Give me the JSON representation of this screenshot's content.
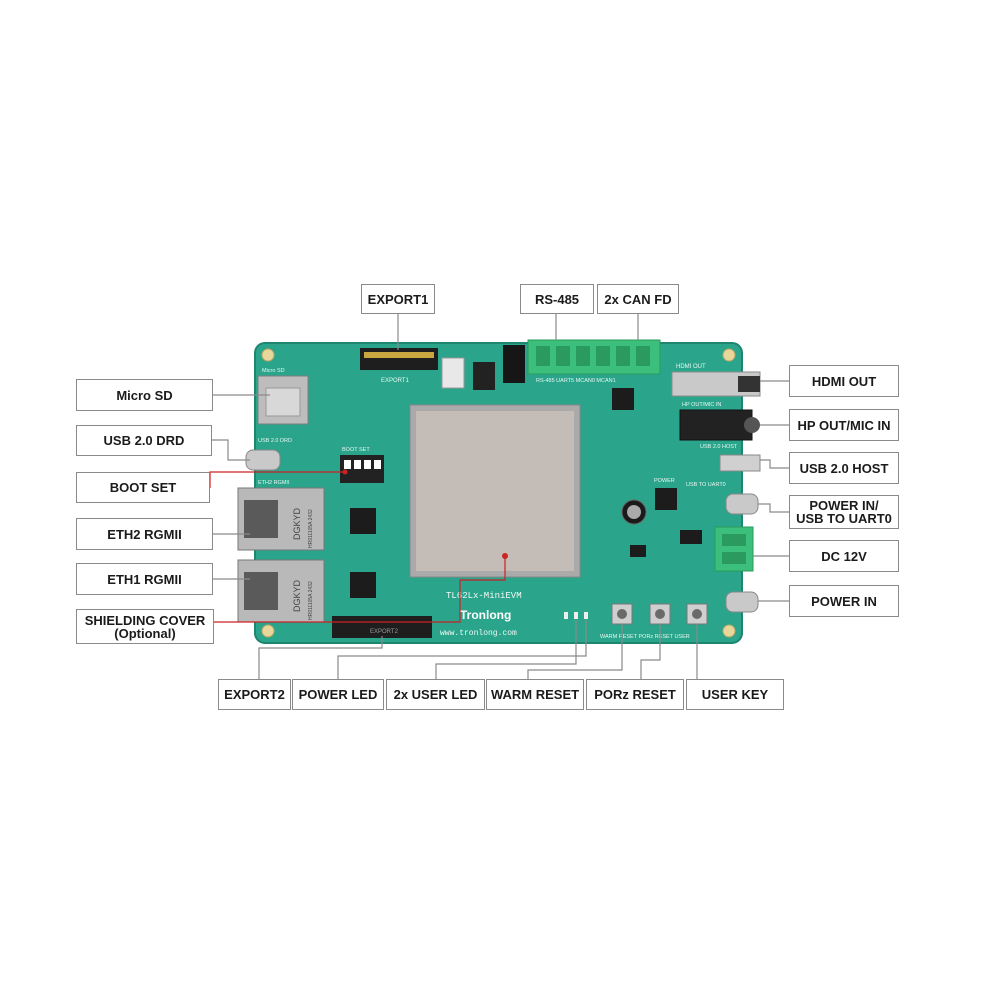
{
  "labels": {
    "export1": "EXPORT1",
    "rs485": "RS-485",
    "can_fd": "2x CAN FD",
    "micro_sd": "Micro SD",
    "usb_drd": "USB 2.0 DRD",
    "boot_set": "BOOT SET",
    "eth2": "ETH2 RGMII",
    "eth1": "ETH1 RGMII",
    "shielding_line1": "SHIELDING COVER",
    "shielding_line2": "(Optional)",
    "hdmi_out": "HDMI OUT",
    "hp_out": "HP OUT/MIC IN",
    "usb_host": "USB 2.0 HOST",
    "power_in_uart_line1": "POWER IN/",
    "power_in_uart_line2": "USB TO UART0",
    "dc12v": "DC 12V",
    "power_in": "POWER IN",
    "export2": "EXPORT2",
    "power_led": "POWER LED",
    "user_led": "2x USER LED",
    "warm_reset": "WARM RESET",
    "porz_reset": "PORz RESET",
    "user_key": "USER KEY"
  },
  "board": {
    "model": "TL62Lx-MiniEVM",
    "brand": "Tronlong",
    "url": "www.tronlong.com",
    "silk_export1": "EXPORT1",
    "silk_micro_sd": "Micro SD",
    "silk_usb_drd": "USB 2.0 DRD",
    "silk_boot": "BOOT SET",
    "silk_eth2": "ETH2 RGMII",
    "silk_hdmi": "HDMI OUT",
    "silk_hp": "HP OUT/MIC IN",
    "silk_usb_host": "USB 2.0 HOST",
    "silk_power": "POWER",
    "silk_uart": "USB TO UART0",
    "silk_rs485": "RS-485 UART5 MCAN0 MCAN1",
    "silk_buttons": "WARM RESET PORz RESET USER",
    "silk_export2": "EXPORT2",
    "rj45_brand": "DGKYD",
    "rj45_text": "HR911105A 2432"
  },
  "colors": {
    "pcb": "#2aa58c",
    "pcb_dark": "#1f8f78",
    "connector_green": "#3cbf7a",
    "leader_gray": "#8a8a8a",
    "leader_red": "#cc2222"
  }
}
